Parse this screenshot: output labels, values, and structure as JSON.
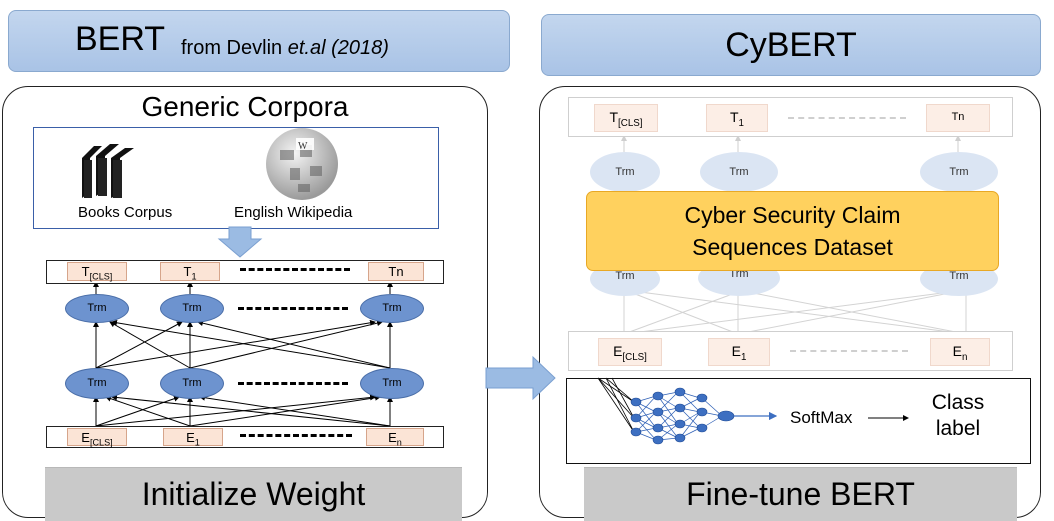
{
  "bert_header": {
    "title": "BERT",
    "source_prefix": "from Devlin ",
    "source_etal": "et.al (2018)"
  },
  "cybert_header": {
    "title": "CyBERT"
  },
  "left_panel": {
    "corpus_title": "Generic Corpora",
    "sources": [
      {
        "label": "Books Corpus",
        "icon": "books-icon"
      },
      {
        "label": "English Wikipedia",
        "icon": "wikipedia-globe-icon"
      }
    ],
    "output_tokens": [
      {
        "base": "T",
        "sub": "[CLS]"
      },
      {
        "base": "T",
        "sub": "1"
      },
      {
        "base": "Tn",
        "sub": ""
      }
    ],
    "trm_label": "Trm",
    "input_tokens": [
      {
        "base": "E",
        "sub": "[CLS]"
      },
      {
        "base": "E",
        "sub": "1"
      },
      {
        "base": "E",
        "sub": "n"
      }
    ],
    "footer": "Initialize Weight"
  },
  "right_panel": {
    "output_tokens": [
      {
        "base": "T",
        "sub": "[CLS]"
      },
      {
        "base": "T",
        "sub": "1"
      },
      {
        "base": "Tn",
        "sub": ""
      }
    ],
    "trm_label": "Trm",
    "claim_dataset": {
      "line1": "Cyber Security Claim",
      "line2": "Sequences Dataset"
    },
    "input_tokens": [
      {
        "base": "E",
        "sub": "[CLS]"
      },
      {
        "base": "E",
        "sub": "1"
      },
      {
        "base": "E",
        "sub": "n"
      }
    ],
    "softmax": "SoftMax",
    "class_label": {
      "line1": "Class",
      "line2": "label"
    },
    "footer": "Fine-tune BERT"
  },
  "colors": {
    "header_fill": "#b4cbea",
    "trm_fill": "#6d93cf",
    "token_fill": "#fbe4d6",
    "dataset_fill": "#ffd15e",
    "footer_fill": "#c9c9c9",
    "arrow_fill": "#9bbbe3"
  }
}
